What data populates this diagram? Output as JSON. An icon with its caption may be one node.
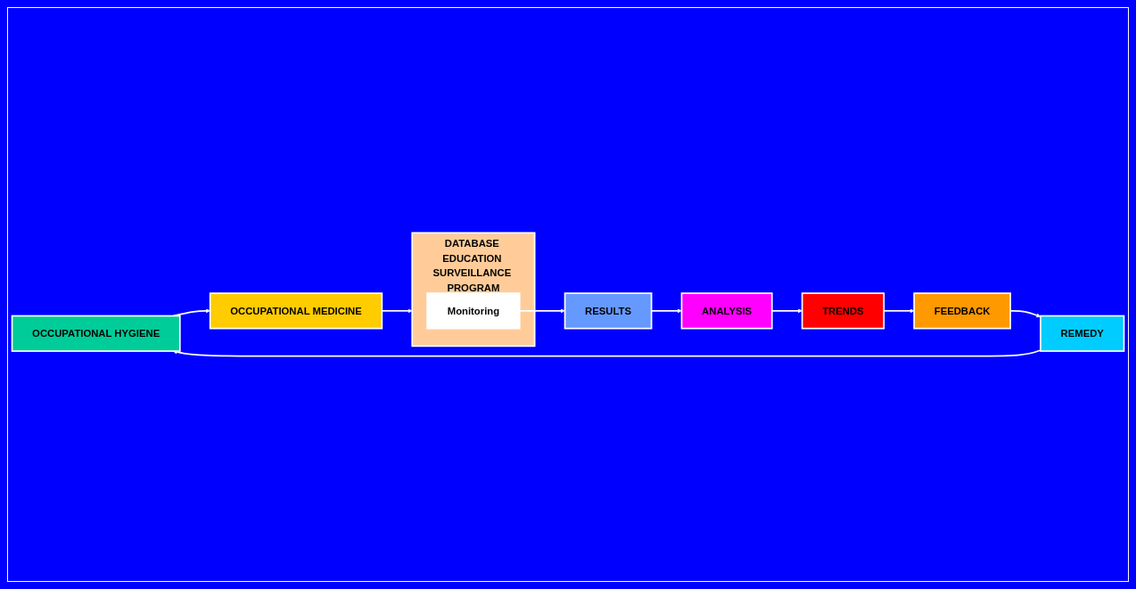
{
  "diagram": {
    "nodes": [
      {
        "text": [
          "OCCUPATIONAL HYGIENE"
        ]
      },
      {
        "text": [
          "OCCUPATIONAL MEDICINE"
        ]
      },
      {
        "text": [
          "DATABASE EDUCATION SURVEILLANCE PROGRAM"
        ]
      },
      {
        "text": [
          "Monitoring"
        ],
        "in": 2
      },
      {
        "text": [
          "RESULTS"
        ]
      },
      {
        "text": [
          "ANALYSIS"
        ]
      },
      {
        "text": [
          "TRENDS"
        ]
      },
      {
        "text": [
          "FEEDBACK"
        ]
      },
      {
        "text": [
          "REMEDY"
        ]
      }
    ],
    "edges": [
      {
        "from": 0,
        "to": 1,
        "arrow": "to"
      },
      {
        "from": 1,
        "to": 2,
        "arrow": "to"
      },
      {
        "from": 3,
        "to": 4,
        "arrow": "to"
      },
      {
        "from": 4,
        "to": 5,
        "arrow": "to"
      },
      {
        "from": 5,
        "to": 6,
        "arrow": "to"
      },
      {
        "from": 6,
        "to": 7,
        "arrow": "to"
      },
      {
        "from": 7,
        "to": 8,
        "arrow": "to"
      },
      {
        "from": 8,
        "to": 0,
        "arrow": "to"
      }
    ]
  }
}
